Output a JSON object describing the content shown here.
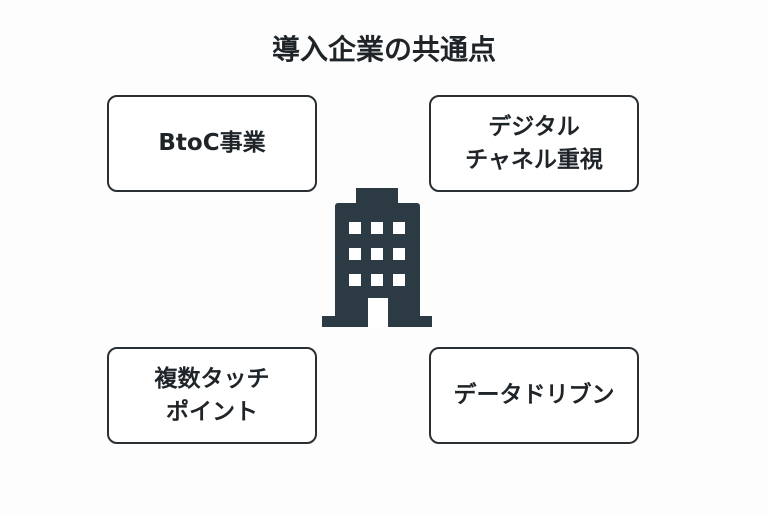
{
  "title": "導入企業の共通点",
  "boxes": [
    {
      "label": "BtoC事業"
    },
    {
      "label": "デジタル\nチャネル重視"
    },
    {
      "label": "複数タッチ\nポイント"
    },
    {
      "label": "データドリブン"
    }
  ],
  "colors": {
    "icon": "#2c3a44",
    "border": "#2a2f33"
  }
}
